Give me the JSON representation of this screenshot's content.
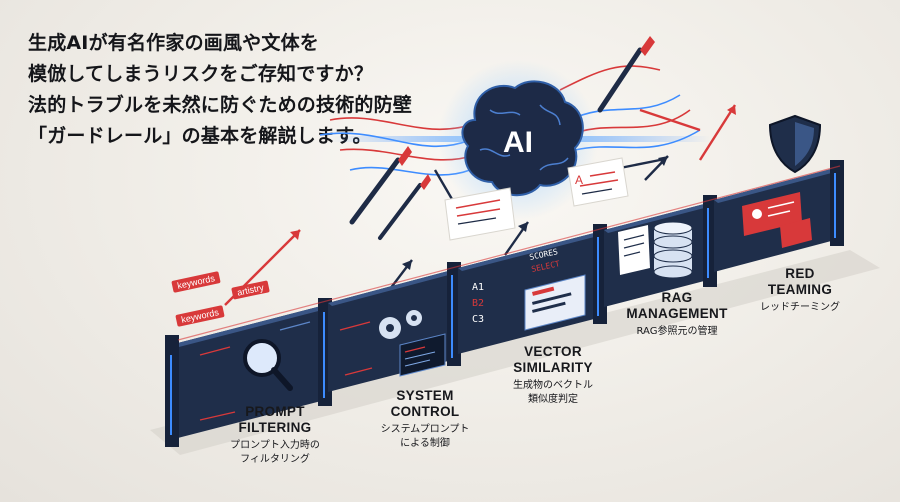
{
  "headline": {
    "line1": "生成AIが有名作家の画風や文体を",
    "line2": "模倣してしまうリスクをご存知ですか？",
    "line3": "法的トラブルを未然に防ぐための技術的防壁",
    "line4": "「ガードレール」の基本を解説します。"
  },
  "brain_label": "AI",
  "keyword_tags": [
    "keywords",
    "artistry",
    "keywords"
  ],
  "screen_text": {
    "a1": "A1",
    "b2": "B2",
    "c3": "C3",
    "scores": "SCORES",
    "select": "SELECT",
    "doc_a": "A"
  },
  "stages": [
    {
      "title": "PROMPT FILTERING",
      "title_l1": "PROMPT",
      "title_l2": "FILTERING",
      "sub_l1": "プロンプト入力時の",
      "sub_l2": "フィルタリング"
    },
    {
      "title_l1": "SYSTEM",
      "title_l2": "CONTROL",
      "sub_l1": "システムプロンプト",
      "sub_l2": "による制御"
    },
    {
      "title_l1": "VECTOR",
      "title_l2": "SIMILARITY",
      "sub_l1": "生成物のベクトル",
      "sub_l2": "類似度判定"
    },
    {
      "title_l1": "RAG",
      "title_l2": "MANAGEMENT",
      "sub_l1": "RAG参照元の管理",
      "sub_l2": ""
    },
    {
      "title_l1": "RED",
      "title_l2": "TEAMING",
      "sub_l1": "レッドチーミング",
      "sub_l2": ""
    }
  ],
  "colors": {
    "panel": "#1f2e4a",
    "panel_dark": "#16223a",
    "accent_blue": "#3d8cff",
    "accent_red": "#d8393a",
    "text": "#15161a"
  },
  "icons": [
    "magnifier-icon",
    "gears-icon",
    "database-icon",
    "shield-icon",
    "brain-icon",
    "paintbrush-icon",
    "document-icon",
    "user-alert-icon"
  ]
}
